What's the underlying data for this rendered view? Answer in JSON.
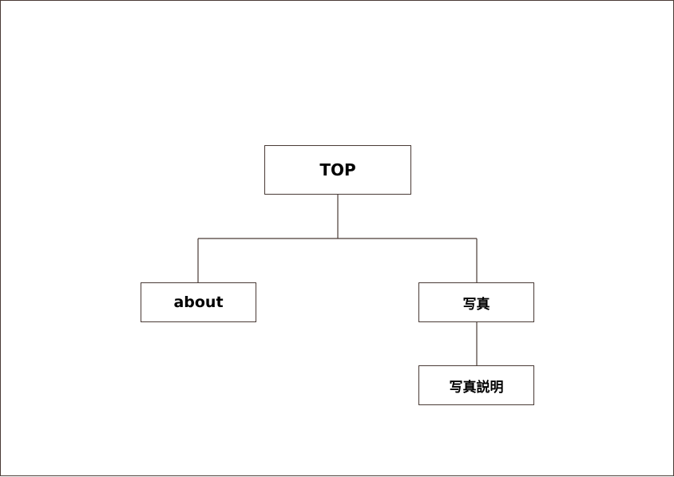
{
  "diagram": {
    "nodes": {
      "top": "TOP",
      "about": "about",
      "photo": "写真",
      "photo_description": "写真説明"
    },
    "edges": [
      [
        "TOP",
        "about"
      ],
      [
        "TOP",
        "写真"
      ],
      [
        "写真",
        "写真説明"
      ]
    ],
    "colors": {
      "border": "#4a3b36",
      "background": "#ffffff",
      "text": "#000000"
    }
  }
}
